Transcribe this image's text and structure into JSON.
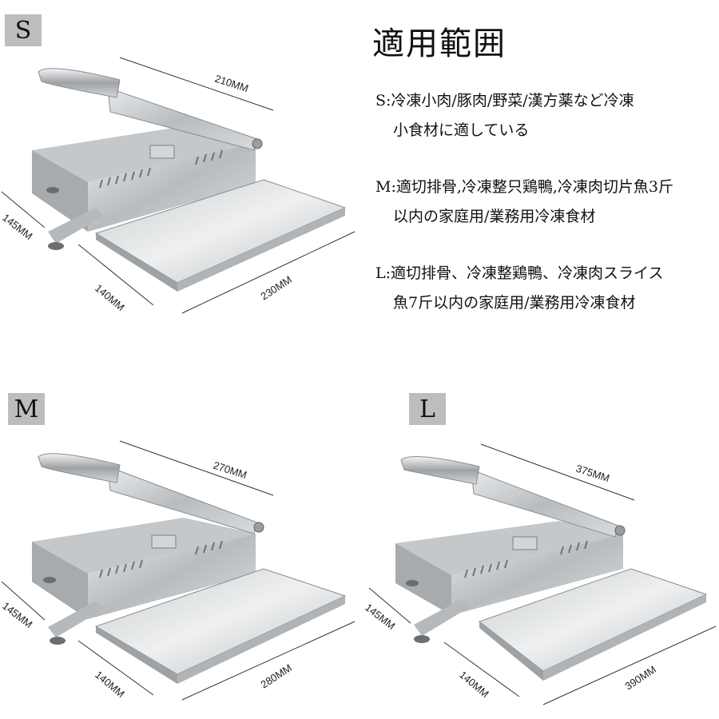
{
  "sizes": [
    {
      "badge": "S",
      "dims": {
        "length": "210MM",
        "base": "230MM",
        "height": "145MM",
        "width": "140MM"
      }
    },
    {
      "badge": "M",
      "dims": {
        "length": "270MM",
        "base": "280MM",
        "height": "145MM",
        "width": "140MM"
      }
    },
    {
      "badge": "L",
      "dims": {
        "length": "375MM",
        "base": "390MM",
        "height": "145MM",
        "width": "140MM"
      }
    }
  ],
  "usage": {
    "title": "適用範囲",
    "items": [
      {
        "line1": "S:冷凍小肉/豚肉/野菜/漢方薬など冷凍",
        "line2": "小食材に適している"
      },
      {
        "line1": "M:適切排骨,冷凍整只鶏鴨,冷凍肉切片魚3斤",
        "line2": "以内の家庭用/業務用冷凍食材"
      },
      {
        "line1": "L:適切排骨、冷凍整鶏鴨、冷凍肉スライス",
        "line2": "魚7斤以内の家庭用/業務用冷凍食材"
      }
    ]
  }
}
